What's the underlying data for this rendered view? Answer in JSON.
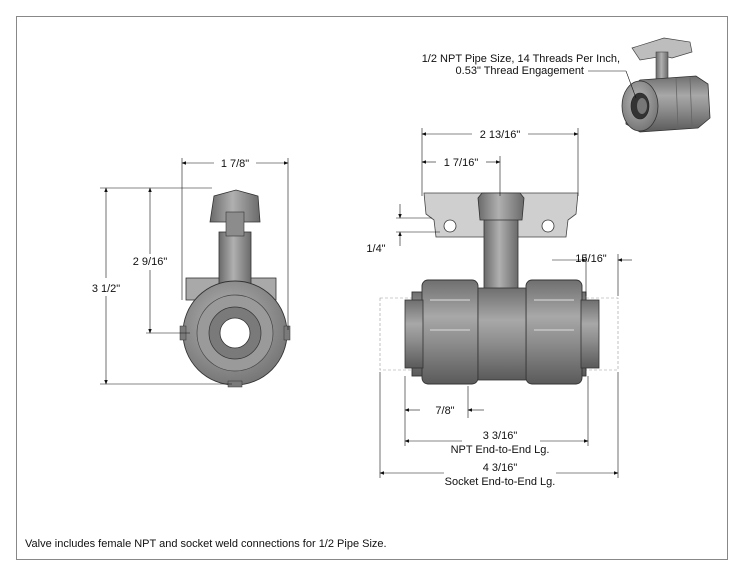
{
  "dimensions": {
    "side_width": "1 7/8\"",
    "side_height_overall": "3 1/2\"",
    "side_height_center": "2 9/16\"",
    "front_handle_width": "2 13/16\"",
    "front_handle_center": "1 7/16\"",
    "front_handle_offset": "1/4\"",
    "front_socket_depth": "15/16\"",
    "front_thread_depth": "7/8\"",
    "npt_length": "3 3/16\"",
    "npt_length_label": "NPT End-to-End Lg.",
    "socket_length": "4 3/16\"",
    "socket_length_label": "Socket End-to-End Lg."
  },
  "callout": {
    "line1": "1/2 NPT Pipe Size, 14 Threads Per Inch,",
    "line2": "0.53\" Thread Engagement"
  },
  "footer_note": "Valve includes female NPT and socket weld connections for 1/2 Pipe Size.",
  "colors": {
    "body": "#8a8a8a",
    "body_dark": "#5e5e5e",
    "body_light": "#b5b5b5",
    "handle": "#cfcfcf",
    "line": "#111111"
  }
}
